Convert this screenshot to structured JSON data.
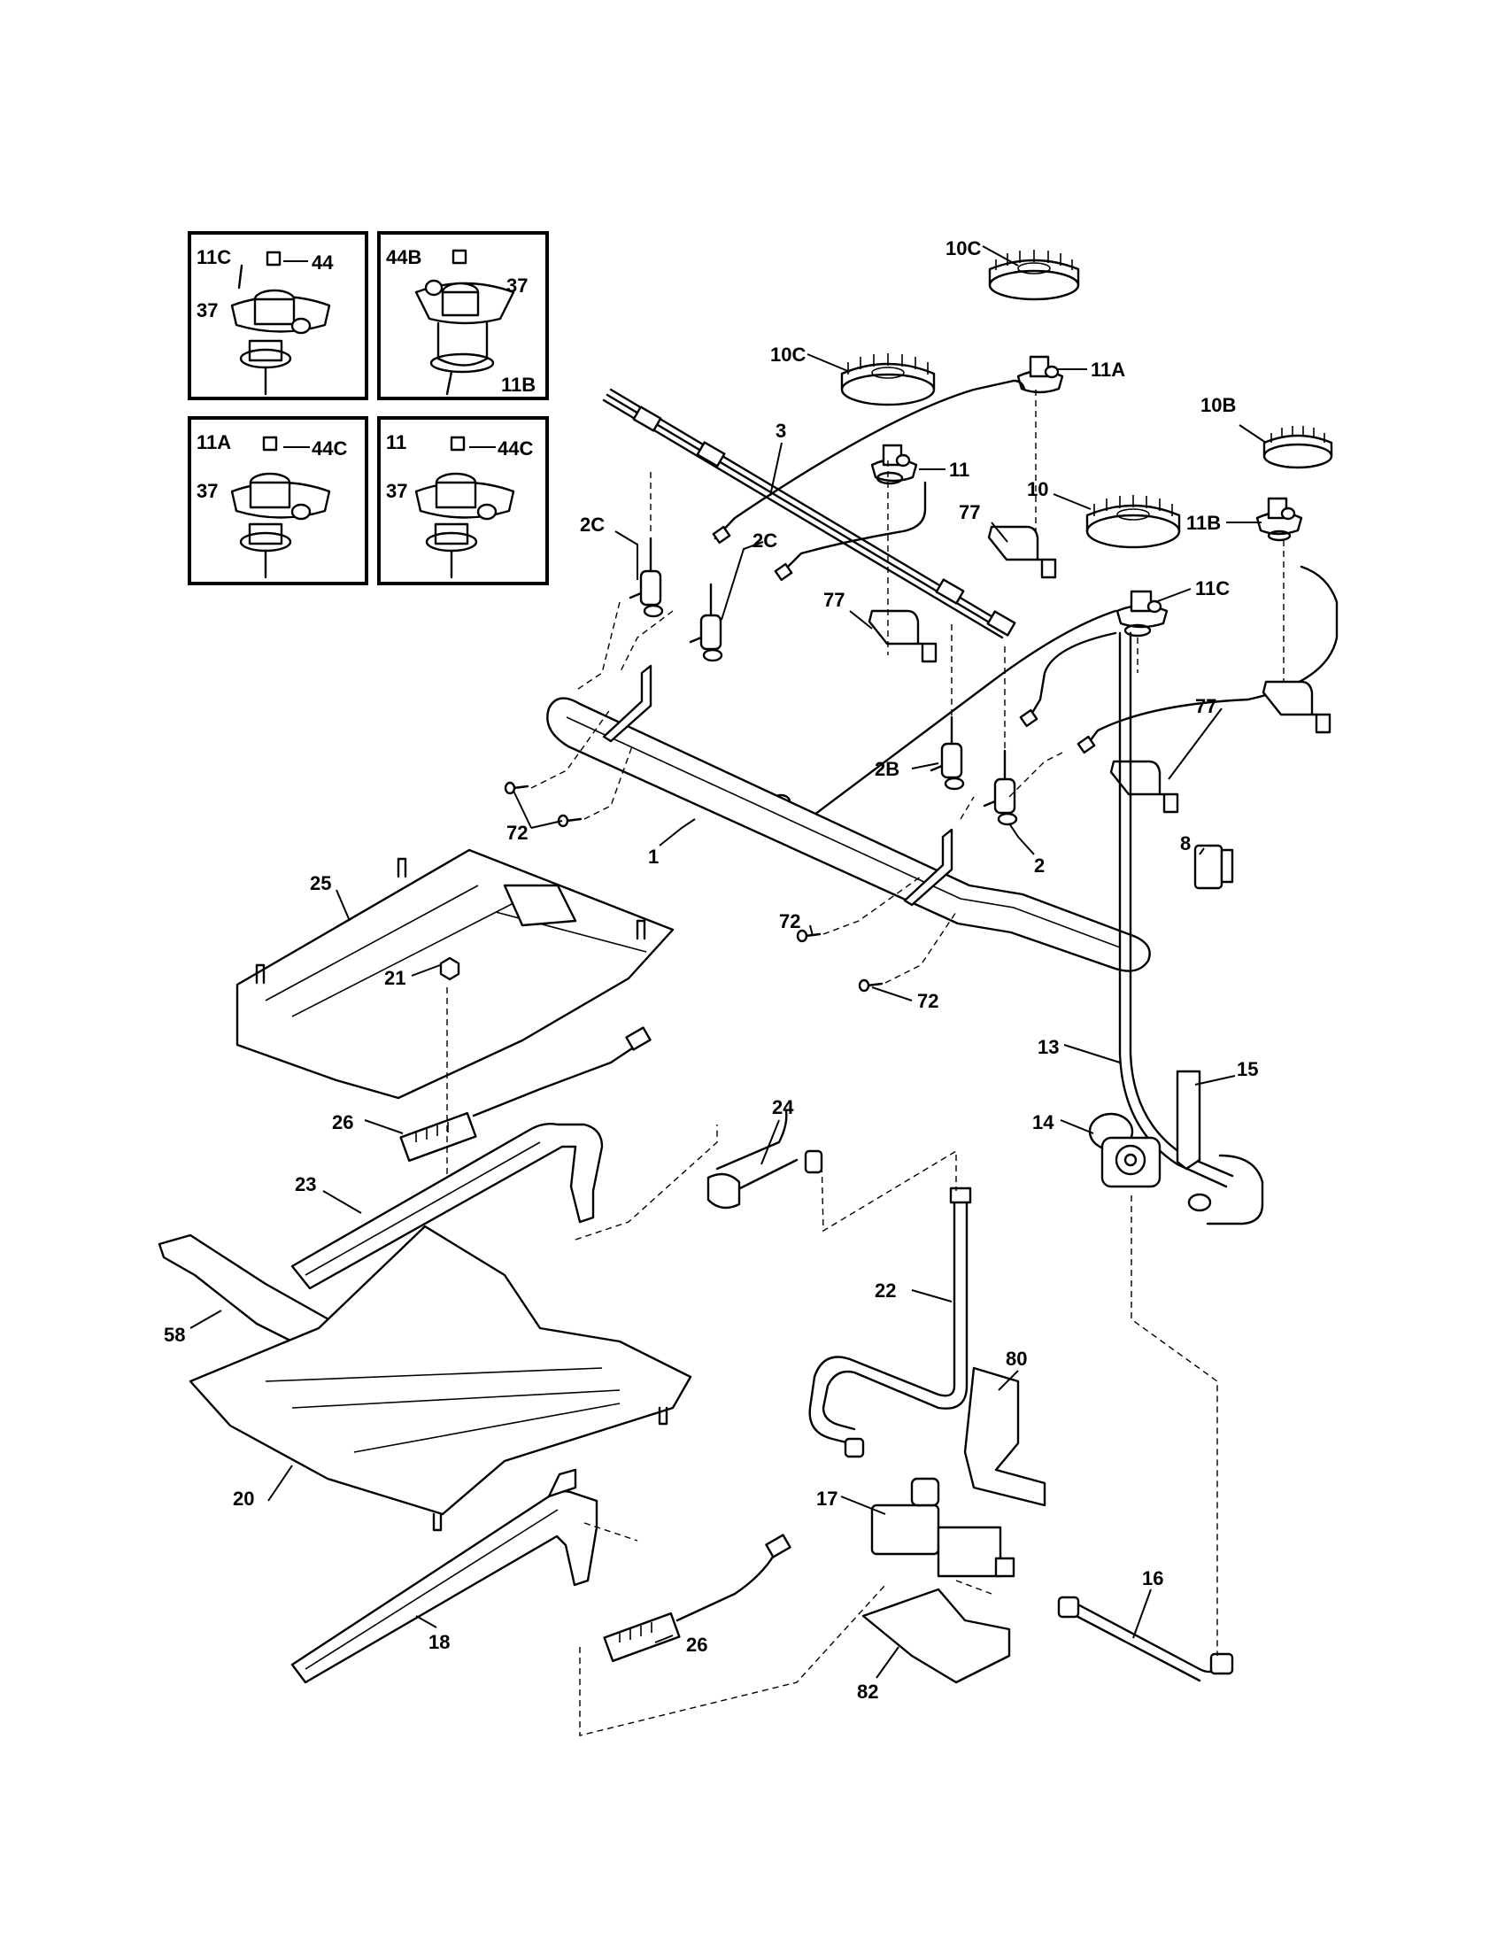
{
  "insets": [
    {
      "id": "inset-11c",
      "labels": [
        "11C",
        "44",
        "37"
      ]
    },
    {
      "id": "inset-11b",
      "labels": [
        "44B",
        "37",
        "11B"
      ]
    },
    {
      "id": "inset-11a",
      "labels": [
        "11A",
        "44C",
        "37"
      ]
    },
    {
      "id": "inset-11",
      "labels": [
        "11",
        "44C",
        "37"
      ]
    }
  ],
  "callouts": {
    "c10C_top": "10C",
    "c11A": "11A",
    "c10C_left": "10C",
    "c10B": "10B",
    "c3": "3",
    "c11": "11",
    "c10": "10",
    "c11B": "11B",
    "c77_a": "77",
    "c2C_a": "2C",
    "c2C_b": "2C",
    "c77_b": "77",
    "c11C": "11C",
    "c77_c": "77",
    "c2B": "2B",
    "c8": "8",
    "c72_a": "72",
    "c1": "1",
    "c2": "2",
    "c25": "25",
    "c21": "21",
    "c72_b": "72",
    "c72_c": "72",
    "c13": "13",
    "c15": "15",
    "c14": "14",
    "c26_a": "26",
    "c24": "24",
    "c23": "23",
    "c22": "22",
    "c80": "80",
    "c58": "58",
    "c17": "17",
    "c20": "20",
    "c16": "16",
    "c18": "18",
    "c26_b": "26",
    "c82": "82"
  }
}
